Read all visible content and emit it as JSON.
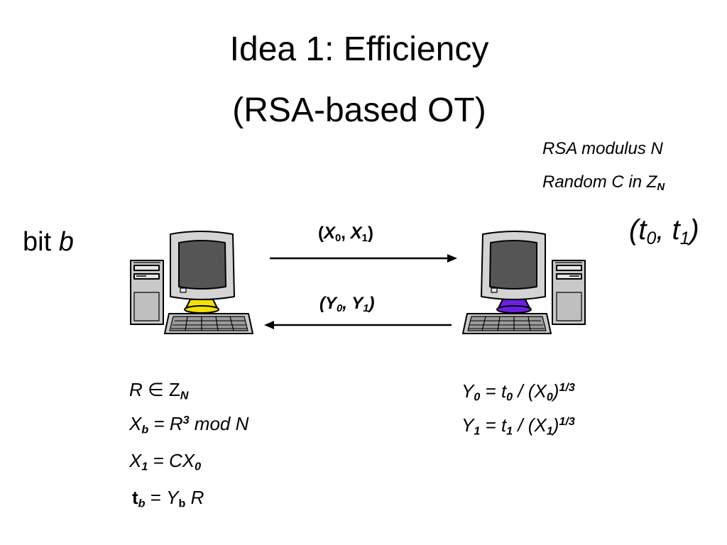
{
  "slide": {
    "title_line1": "Idea 1: Efficiency",
    "title_line2": "(RSA-based OT)"
  },
  "receiver": {
    "input_label": "bit",
    "input_var": "b",
    "monitor_base_color": "#f5e000",
    "steps": [
      {
        "lhs": "R",
        "op": "∈",
        "rhs": "Z",
        "rhs_sub": "N"
      },
      {
        "lhs": "X",
        "lhs_sub": "b",
        "rel": " = ",
        "rhs": "R",
        "rhs_sup": "3",
        "tail": " mod N"
      },
      {
        "lhs": "X",
        "lhs_sub": "1",
        "rel": " = ",
        "rhs": "CX",
        "rhs_sub": "0"
      },
      {
        "lhs": "t",
        "lhs_sub": "b",
        "rel": " = ",
        "rhs": "Y",
        "rhs_sub": "b",
        "tail": " R"
      }
    ]
  },
  "sender": {
    "monitor_base_color": "#6a1fe0",
    "setup_line1": "RSA modulus N",
    "setup_line2": "Random C in Z",
    "setup_line2_sub": "N",
    "inputs": {
      "open": "(",
      "a": "t",
      "a_sub": "0",
      "sep": ", ",
      "b": "t",
      "b_sub": "1",
      "close": ")"
    },
    "steps": [
      {
        "lhs": "Y",
        "lhs_sub": "0",
        "mid": " = t",
        "mid_sub": "0",
        "tail": " / (X",
        "tail_sub": "0",
        "close": ")",
        "exp": "1/3"
      },
      {
        "lhs": "Y",
        "lhs_sub": "1",
        "mid": " = t",
        "mid_sub": "1",
        "tail": " / (X",
        "tail_sub": "1",
        "close": ")",
        "exp": "1/3"
      }
    ]
  },
  "messages": {
    "forward": {
      "open": "(",
      "a": "X",
      "a_sub": "0",
      "sep": ", ",
      "b": "X",
      "b_sub": "1",
      "close": ")"
    },
    "backward": {
      "open": "(",
      "a": "Y",
      "a_sub": "0",
      "sep": ", ",
      "b": "Y",
      "b_sub": "1",
      "close": ")"
    }
  }
}
